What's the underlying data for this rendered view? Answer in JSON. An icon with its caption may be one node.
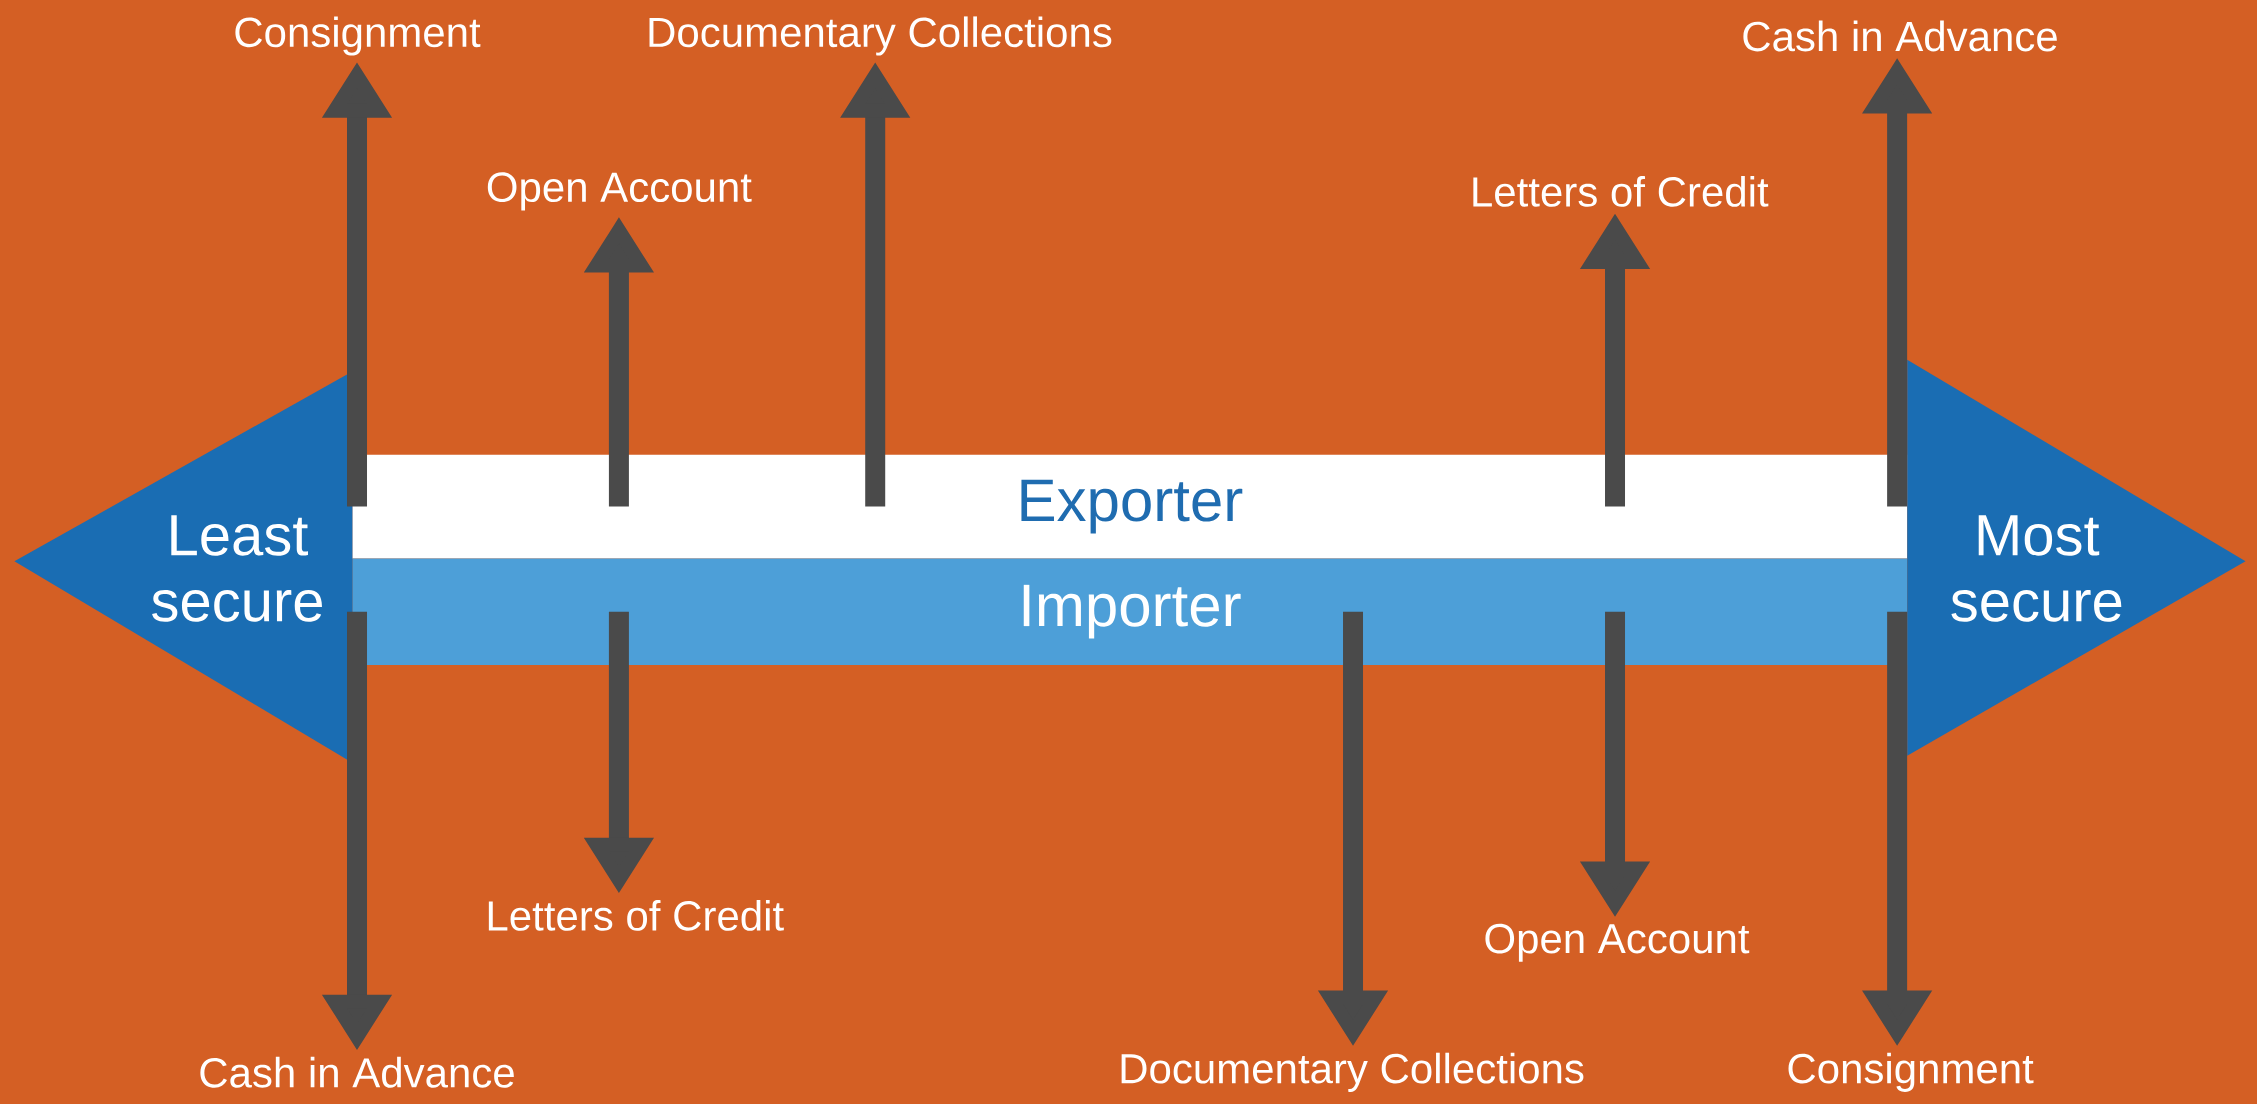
{
  "diagram": {
    "nodes": [
      {
        "text": [
          "Least secure"
        ]
      },
      {
        "text": [
          "Exporter"
        ]
      },
      {
        "text": [
          "Importer"
        ]
      },
      {
        "text": [
          "Most secure"
        ]
      },
      {
        "text": [
          "Consignment"
        ]
      },
      {
        "text": [
          "Documentary Collections"
        ]
      },
      {
        "text": [
          "Cash in Advance"
        ]
      },
      {
        "text": [
          "Open Account"
        ]
      },
      {
        "text": [
          "Letters of Credit"
        ]
      },
      {
        "text": [
          "Letters of Credit"
        ]
      },
      {
        "text": [
          "Open Account"
        ]
      },
      {
        "text": [
          "Cash in Advance"
        ]
      },
      {
        "text": [
          "Documentary Collections"
        ]
      },
      {
        "text": [
          "Consignment"
        ]
      }
    ],
    "edges": [
      {
        "from": 1,
        "to": 4,
        "arrow": "to"
      },
      {
        "from": 1,
        "to": 5,
        "arrow": "to"
      },
      {
        "from": 1,
        "to": 6,
        "arrow": "to"
      },
      {
        "from": 1,
        "to": 7,
        "arrow": "to"
      },
      {
        "from": 1,
        "to": 8,
        "arrow": "to"
      },
      {
        "from": 2,
        "to": 9,
        "arrow": "to"
      },
      {
        "from": 2,
        "to": 10,
        "arrow": "to"
      },
      {
        "from": 2,
        "to": 11,
        "arrow": "to"
      },
      {
        "from": 2,
        "to": 12,
        "arrow": "to"
      },
      {
        "from": 2,
        "to": 13,
        "arrow": "to"
      }
    ]
  }
}
